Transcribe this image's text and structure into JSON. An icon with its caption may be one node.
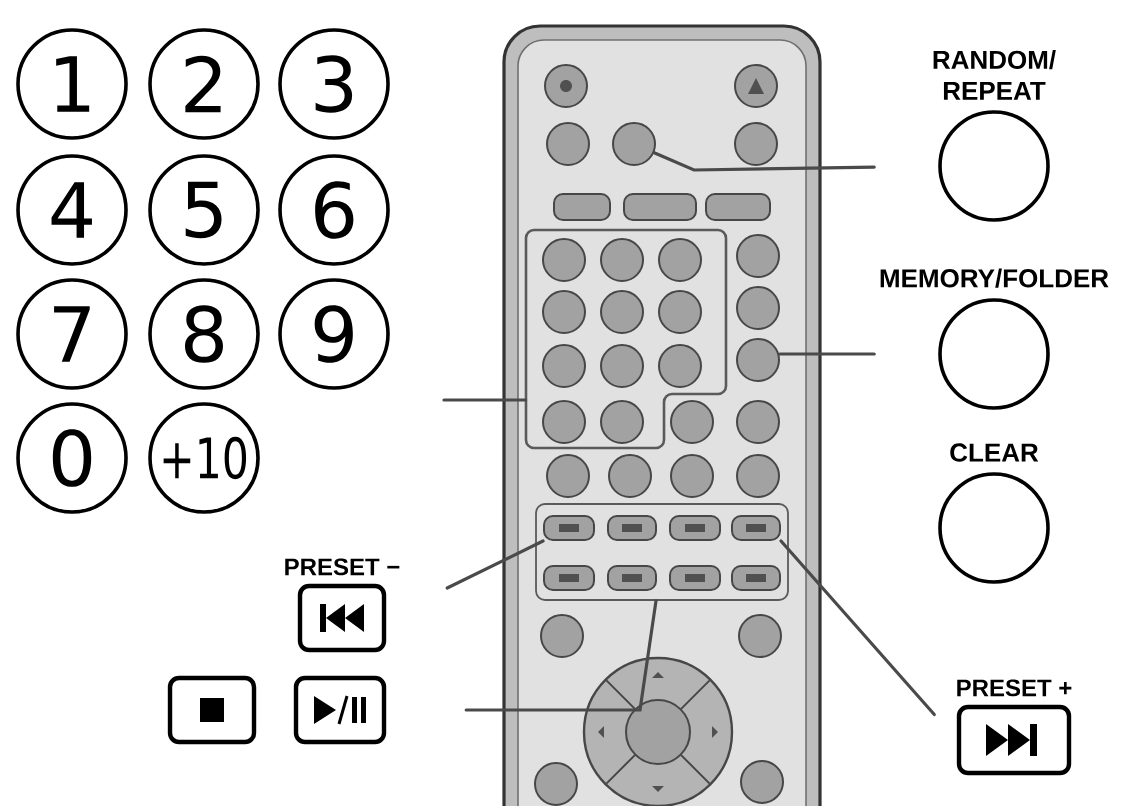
{
  "diagram": {
    "nodes": [
      {
        "text": [
          "1"
        ]
      },
      {
        "text": [
          "2"
        ]
      },
      {
        "text": [
          "3"
        ]
      },
      {
        "text": [
          "4"
        ]
      },
      {
        "text": [
          "5"
        ]
      },
      {
        "text": [
          "6"
        ]
      },
      {
        "text": [
          "7"
        ]
      },
      {
        "text": [
          "8"
        ]
      },
      {
        "text": [
          "9"
        ]
      },
      {
        "text": [
          "0"
        ]
      },
      {
        "text": [
          "+10"
        ]
      },
      {
        "text": [],
        "shape": "picture"
      },
      {
        "text": [],
        "shape": "circle",
        "in": 11
      },
      {
        "text": [],
        "shape": "circle",
        "in": 11
      },
      {
        "text": [],
        "shape": "circle",
        "in": 11
      },
      {
        "text": [],
        "shape": "circle",
        "in": 11
      },
      {
        "text": [],
        "shape": "circle",
        "in": 11
      },
      {
        "text": [],
        "shape": "box",
        "in": 11
      },
      {
        "text": [],
        "shape": "box",
        "in": 11
      },
      {
        "text": [],
        "shape": "box",
        "in": 11
      },
      {
        "text": [],
        "shape": "box",
        "in": 11
      },
      {
        "text": [],
        "shape": "circle",
        "in": 20
      },
      {
        "text": [],
        "shape": "circle",
        "in": 20
      },
      {
        "text": [],
        "shape": "circle",
        "in": 20
      },
      {
        "text": [],
        "shape": "circle",
        "in": 20
      },
      {
        "text": [],
        "shape": "circle",
        "in": 20
      },
      {
        "text": [],
        "shape": "circle",
        "in": 20
      },
      {
        "text": [],
        "shape": "circle",
        "in": 20
      },
      {
        "text": [],
        "shape": "circle",
        "in": 20
      },
      {
        "text": [],
        "shape": "circle",
        "in": 20
      },
      {
        "text": [],
        "shape": "circle",
        "in": 20
      },
      {
        "text": [],
        "shape": "circle",
        "in": 20
      },
      {
        "text": [],
        "shape": "circle",
        "in": 11
      },
      {
        "text": [],
        "shape": "circle",
        "in": 11
      },
      {
        "text": [],
        "shape": "circle",
        "in": 11
      },
      {
        "text": [],
        "shape": "circle",
        "in": 11
      },
      {
        "text": [],
        "shape": "circle",
        "in": 11
      },
      {
        "text": [],
        "shape": "circle",
        "in": 11
      },
      {
        "text": [],
        "shape": "circle",
        "in": 11
      },
      {
        "text": [],
        "shape": "circle",
        "in": 11
      },
      {
        "text": [],
        "shape": "circle",
        "in": 11
      },
      {
        "text": [],
        "shape": "box",
        "in": 11
      },
      {
        "text": [],
        "shape": "box",
        "in": 41
      },
      {
        "text": [],
        "shape": "box",
        "in": 41
      },
      {
        "text": [],
        "shape": "box",
        "in": 41
      },
      {
        "text": [],
        "shape": "box",
        "in": 41
      },
      {
        "text": [],
        "shape": "box",
        "in": 41
      },
      {
        "text": [],
        "shape": "box",
        "in": 41
      },
      {
        "text": [],
        "shape": "box",
        "in": 41
      },
      {
        "text": [],
        "shape": "box",
        "in": 41
      },
      {
        "text": [],
        "shape": "circle",
        "in": 11
      },
      {
        "text": [],
        "shape": "circle",
        "in": 11
      },
      {
        "text": [],
        "shape": "circle",
        "in": 11
      },
      {
        "text": [],
        "shape": "circle",
        "in": 11
      },
      {
        "text": [],
        "shape": "circle",
        "in": 11
      },
      {
        "text": [
          "RANDOM/ REPEAT"
        ]
      },
      {
        "text": [
          "MEMORY/FOLDER"
        ]
      },
      {
        "text": [
          "CLEAR"
        ]
      },
      {
        "text": [
          "PRESET −"
        ]
      },
      {
        "text": [],
        "shape": "box"
      },
      {
        "text": [],
        "shape": "box"
      },
      {
        "text": [
          "PRESET +"
        ]
      }
    ],
    "edges": [
      {
        "from": 55,
        "to": 15,
        "arrow": "none"
      },
      {
        "from": null,
        "to": 20,
        "arrow": "none"
      },
      {
        "from": 56,
        "to": 34,
        "arrow": "none"
      },
      {
        "from": 58,
        "to": 42,
        "arrow": "none"
      },
      {
        "from": 60,
        "to": 41,
        "arrow": "none"
      },
      {
        "from": 61,
        "to": 45,
        "arrow": "none"
      }
    ]
  }
}
